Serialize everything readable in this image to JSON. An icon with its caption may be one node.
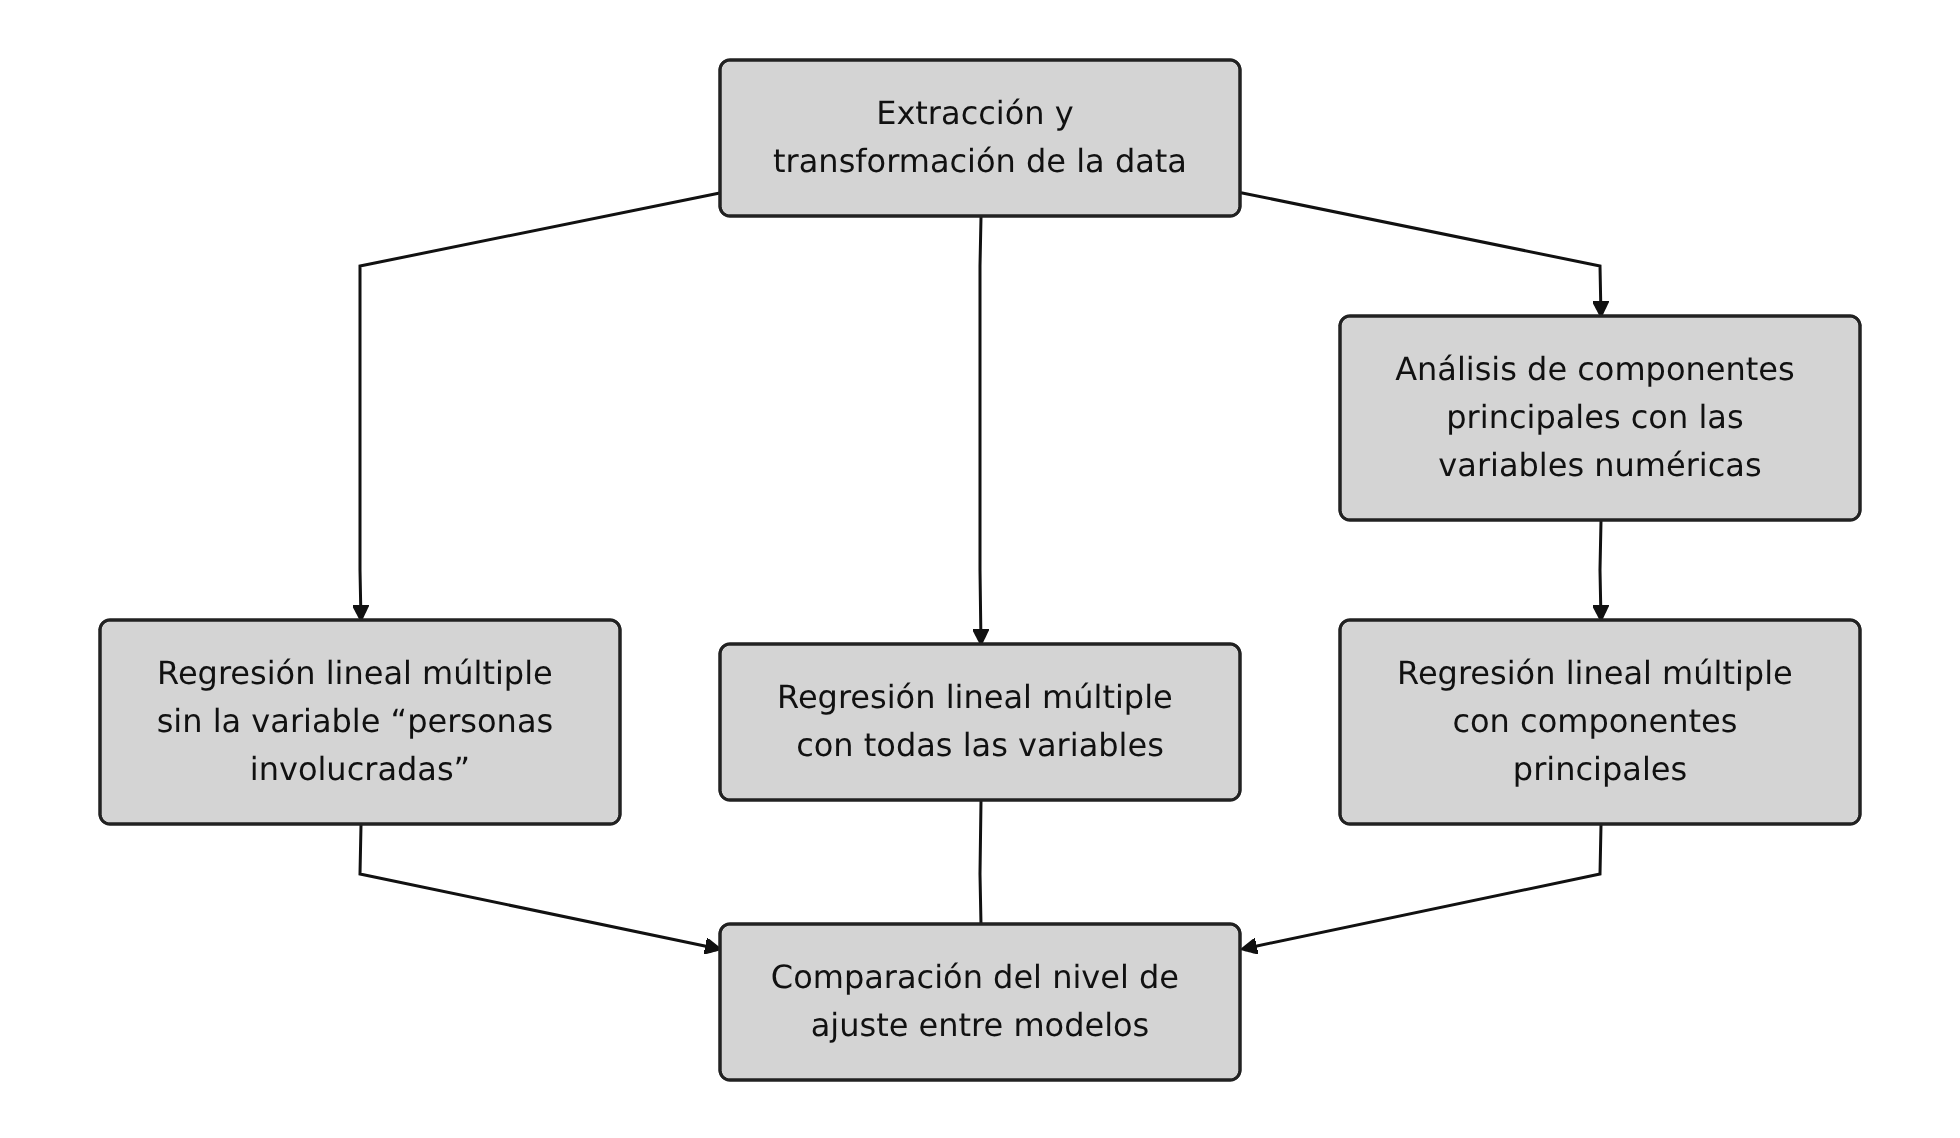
{
  "diagram": {
    "nodes": [
      {
        "text": [
          "Extracción y transformación de la data"
        ]
      },
      {
        "text": [
          "Regresión lineal múltiple sin la variable “personas involucradas”"
        ]
      },
      {
        "text": [
          "Regresión lineal múltiple con todas las variables"
        ]
      },
      {
        "text": [
          "Análisis de componentes principales con las variables numéricas"
        ]
      },
      {
        "text": [
          "Regresión lineal múltiple con componentes principales"
        ]
      },
      {
        "text": [
          "Comparación del nivel de ajuste entre modelos"
        ]
      }
    ],
    "edges": [
      {
        "from": 0,
        "to": 1,
        "arrow": "to"
      },
      {
        "from": 0,
        "to": 2,
        "arrow": "to"
      },
      {
        "from": 0,
        "to": 3,
        "arrow": "to"
      },
      {
        "from": 3,
        "to": 4,
        "arrow": "to"
      },
      {
        "from": 1,
        "to": 5,
        "arrow": "to"
      },
      {
        "from": 2,
        "to": 5,
        "arrow": "none"
      },
      {
        "from": 4,
        "to": 5,
        "arrow": "to"
      }
    ]
  }
}
